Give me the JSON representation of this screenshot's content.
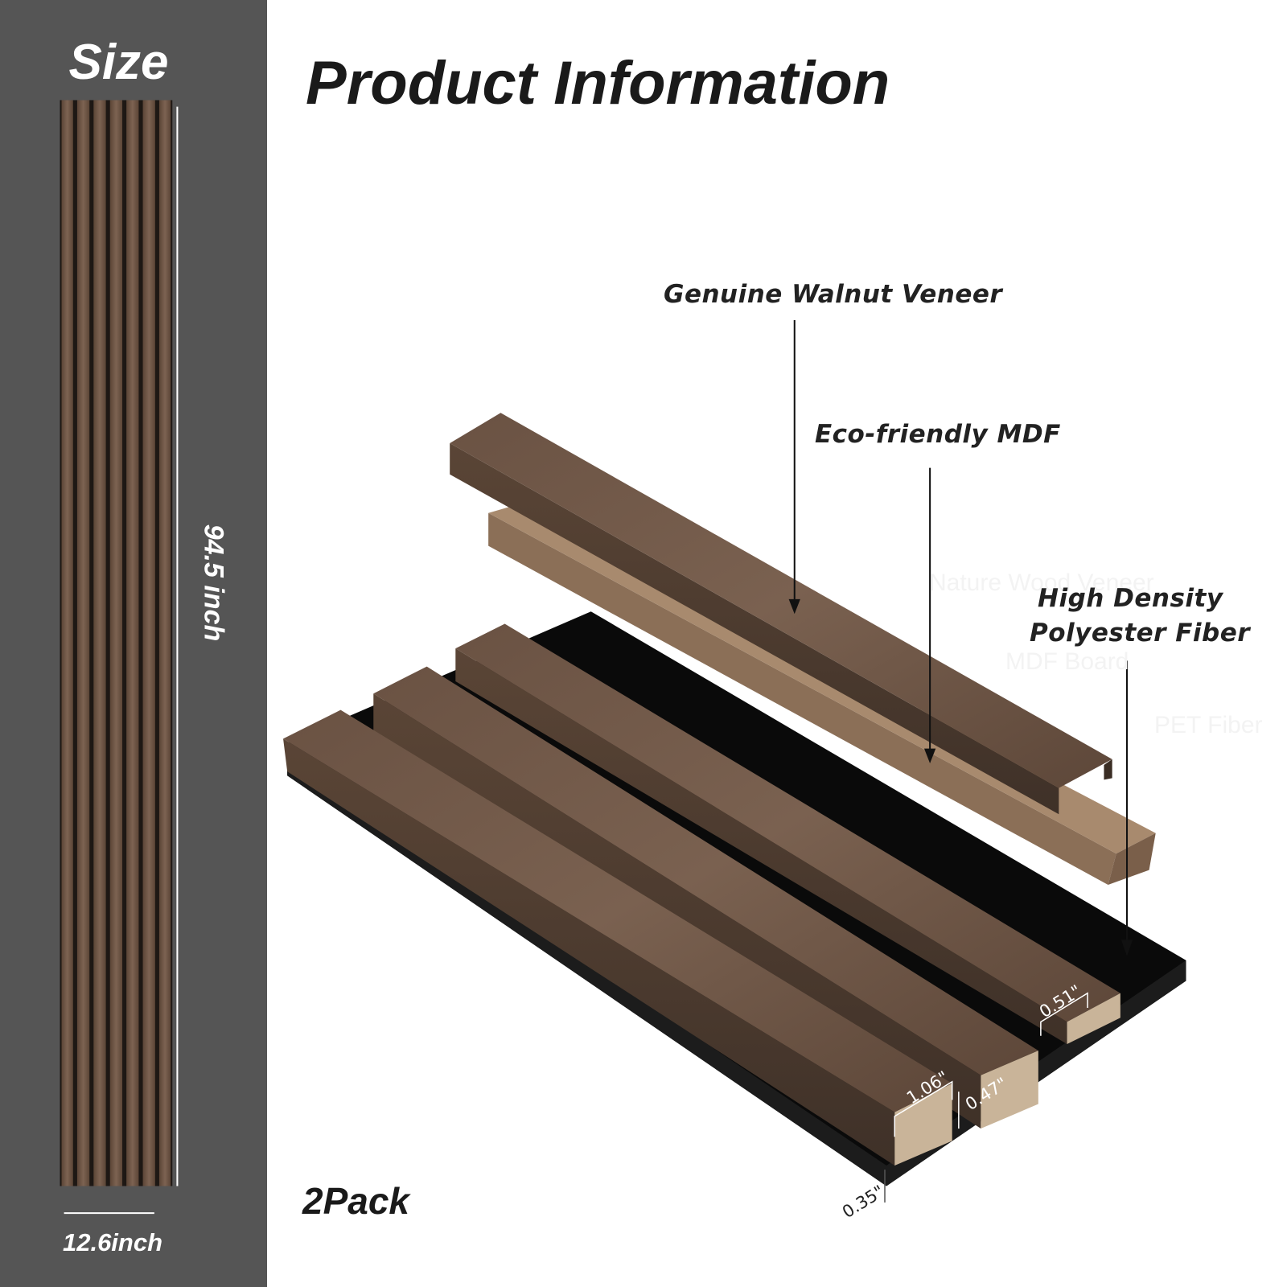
{
  "sidebar": {
    "title": "Size",
    "height_label": "94.5 inch",
    "width_label": "12.6inch",
    "slat_count": 7
  },
  "main": {
    "title": "Product Information",
    "callouts": {
      "veneer": "Genuine Walnut Veneer",
      "mdf": "Eco-friendly MDF",
      "fiber_line1": "High Density",
      "fiber_line2": "Polyester Fiber"
    },
    "ghost_labels": [
      "Nature Wood Veneer",
      "MDF Board",
      "PET Fiber"
    ],
    "dimensions": {
      "slat_width": "1.06\"",
      "gap": "0.47\"",
      "slat_height": "0.51\"",
      "backing_thickness": "0.35\""
    },
    "pack_label": "2Pack"
  },
  "colors": {
    "sidebar_bg": "#555555",
    "walnut": "#6e5646",
    "walnut_dark": "#4e3c31",
    "mdf": "#a88a6e",
    "mdf_end": "#c9b499",
    "backing": "#0a0a0a"
  }
}
